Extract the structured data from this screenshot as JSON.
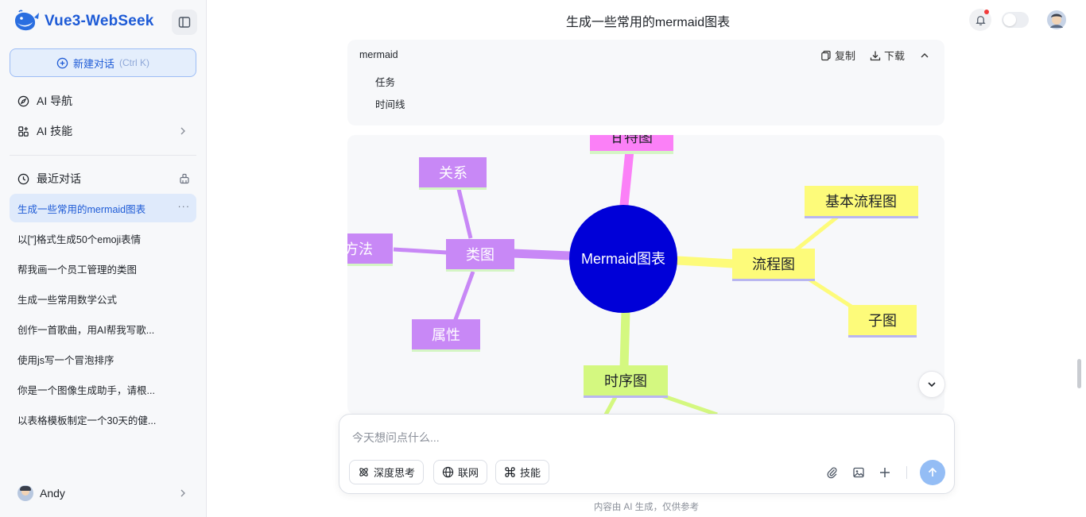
{
  "brand": {
    "name": "Vue3-WebSeek"
  },
  "sidebar": {
    "new_chat": {
      "label": "新建对话",
      "shortcut": "(Ctrl K)"
    },
    "nav": [
      {
        "label": "AI 导航"
      },
      {
        "label": "AI 技能"
      }
    ],
    "recent_title": "最近对话",
    "conversations": [
      {
        "title": "生成一些常用的mermaid图表",
        "active": true
      },
      {
        "title": "以[\"]格式生成50个emoji表情"
      },
      {
        "title": "帮我画一个员工管理的类图"
      },
      {
        "title": "生成一些常用数学公式"
      },
      {
        "title": "创作一首歌曲，用AI帮我写歌..."
      },
      {
        "title": "使用js写一个冒泡排序"
      },
      {
        "title": "你是一个图像生成助手，请根..."
      },
      {
        "title": "以表格模板制定一个30天的健..."
      }
    ],
    "more_glyph": "···",
    "user": {
      "name": "Andy"
    }
  },
  "header": {
    "title": "生成一些常用的mermaid图表"
  },
  "code_block": {
    "language": "mermaid",
    "copy_label": "复制",
    "download_label": "下载",
    "lines": [
      "任务",
      "时间线"
    ]
  },
  "mindmap": {
    "root": "Mermaid图表",
    "nodes": {
      "gantt": "甘特图",
      "class": "类图",
      "relation": "关系",
      "method": "方法",
      "attribute": "属性",
      "flow": "流程图",
      "basic_flow": "基本流程图",
      "subgraph": "子图",
      "sequence": "时序图"
    },
    "colors": {
      "root": "#0000d8",
      "gantt": "#fb80f7",
      "class": "#c888f6",
      "flow": "#fdfb7a",
      "sequence": "#d4f880"
    }
  },
  "composer": {
    "placeholder": "今天想问点什么...",
    "chips": [
      {
        "label": "深度思考"
      },
      {
        "label": "联网"
      },
      {
        "label": "技能"
      }
    ]
  },
  "footer": {
    "note": "内容由 AI 生成，仅供参考"
  }
}
